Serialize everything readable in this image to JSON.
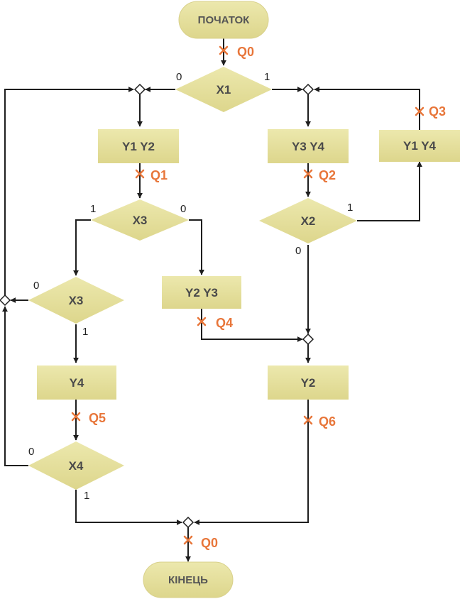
{
  "colors": {
    "block_fill": "#e8e3a2",
    "terminal_fill": "#ece7a4",
    "state_marker": "#e8763a",
    "line": "#1e1e1e"
  },
  "terminals": {
    "start": "ПОЧАТОК",
    "end": "КІНЕЦЬ"
  },
  "decisions": {
    "x1": "X1",
    "x3_top": "X3",
    "x2": "X2",
    "x3_left": "X3",
    "x4": "X4"
  },
  "operations": {
    "y1y2": "Y1 Y2",
    "y3y4": "Y3 Y4",
    "y1y4": "Y1 Y4",
    "y2y3": "Y2 Y3",
    "y4": "Y4",
    "y2": "Y2"
  },
  "states": {
    "q0_top": "Q0",
    "q1": "Q1",
    "q2": "Q2",
    "q3": "Q3",
    "q4": "Q4",
    "q5": "Q5",
    "q6": "Q6",
    "q0_bottom": "Q0"
  },
  "branch_labels": {
    "x1_false": "0",
    "x1_true": "1",
    "x3_top_true": "1",
    "x3_top_false": "0",
    "x2_true": "1",
    "x2_false": "0",
    "x3_left_false": "0",
    "x3_left_true": "1",
    "x4_false": "0",
    "x4_true": "1"
  }
}
